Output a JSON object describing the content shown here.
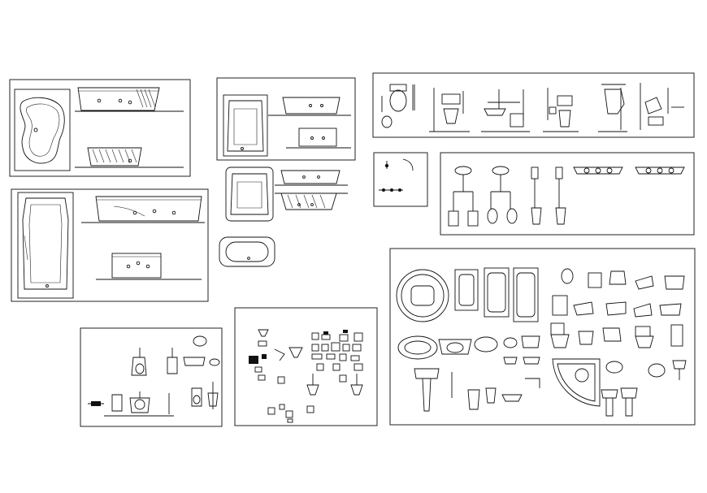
{
  "sheet": {
    "background": "#ffffff",
    "line_color": "#111111"
  },
  "panels": [
    {
      "name": "panel-freeform-bathtub",
      "icon": "freeform-bathtub-icon"
    },
    {
      "name": "panel-rectangular-bathtub",
      "icon": "rectangular-bathtub-icon"
    },
    {
      "name": "panel-square-bathtub",
      "icon": "square-bathtub-icon"
    },
    {
      "name": "panel-corner-bathtub",
      "icon": "corner-bathtub-icon"
    },
    {
      "name": "panel-toilet-elevations",
      "icon": "toilet-elevation-icon"
    },
    {
      "name": "panel-fittings-key",
      "icon": "fitting-symbol-icon"
    },
    {
      "name": "panel-urinal-elevations",
      "icon": "urinal-icon"
    },
    {
      "name": "panel-sanitaryware-catalog",
      "icon": "sanitaryware-icon"
    },
    {
      "name": "panel-urinal-plans",
      "icon": "urinal-plan-icon"
    },
    {
      "name": "panel-pipe-fittings",
      "icon": "pipe-fitting-icon"
    }
  ]
}
